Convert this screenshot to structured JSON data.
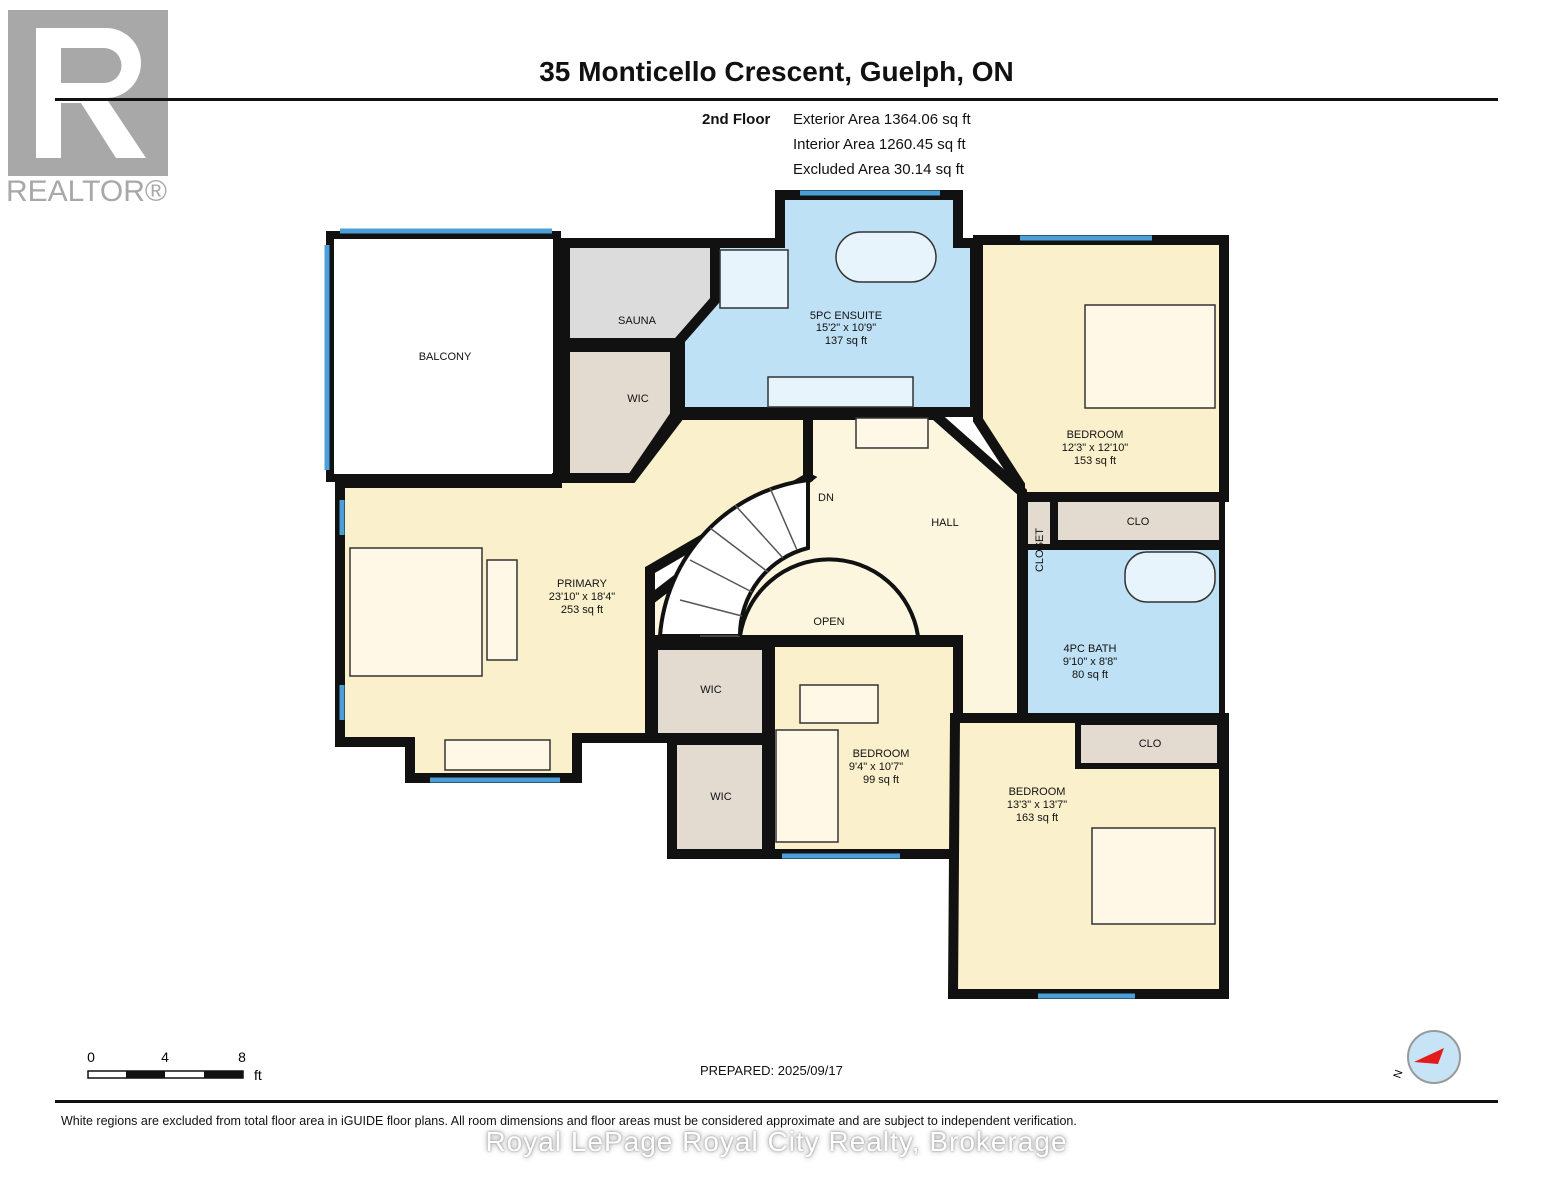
{
  "header": {
    "title": "35 Monticello Crescent, Guelph, ON",
    "logo_text": "REALTOR®"
  },
  "summary": {
    "floor": "2nd Floor",
    "exterior": "Exterior Area 1364.06 sq ft",
    "interior": "Interior Area 1260.45 sq ft",
    "excluded": "Excluded Area 30.14 sq ft"
  },
  "rooms": {
    "balcony": "BALCONY",
    "sauna": "SAUNA",
    "wic1": "WIC",
    "ensuite": {
      "name": "5PC ENSUITE",
      "dims": "15'2\" x 10'9\"",
      "area": "137 sq ft"
    },
    "bed1": {
      "name": "BEDROOM",
      "dims": "12'3\" x 12'10\"",
      "area": "153 sq ft"
    },
    "clo1": "CLO",
    "closet": "CLOSET",
    "hall": "HALL",
    "dn": "DN",
    "open": "OPEN",
    "primary": {
      "name": "PRIMARY",
      "dims": "23'10\" x 18'4\"",
      "area": "253 sq ft"
    },
    "bath4": {
      "name": "4PC BATH",
      "dims": "9'10\" x 8'8\"",
      "area": "80 sq ft"
    },
    "wic2": "WIC",
    "wic3": "WIC",
    "bed2": {
      "name": "BEDROOM",
      "dims": "9'4\" x 10'7\"",
      "area": "99 sq ft"
    },
    "bed3": {
      "name": "BEDROOM",
      "dims": "13'3\" x 13'7\"",
      "area": "163 sq ft"
    },
    "clo2": "CLO"
  },
  "scale": {
    "t0": "0",
    "t4": "4",
    "t8": "8",
    "unit": "ft"
  },
  "footer": {
    "prepared": "PREPARED: 2025/09/17",
    "disclaimer": "White regions are excluded from total floor area in iGUIDE floor plans. All room dimensions and floor areas must be considered approximate and are subject to independent verification.",
    "brokerage": "Royal LePage Royal City Realty, Brokerage",
    "compass_n": "N"
  },
  "colors": {
    "bedroom": "#fbf0cc",
    "bath": "#bfe1f6",
    "storage": "#e3dbd0",
    "sauna": "#dcdcdc",
    "wall": "#111111",
    "window": "#4a9fd8"
  }
}
